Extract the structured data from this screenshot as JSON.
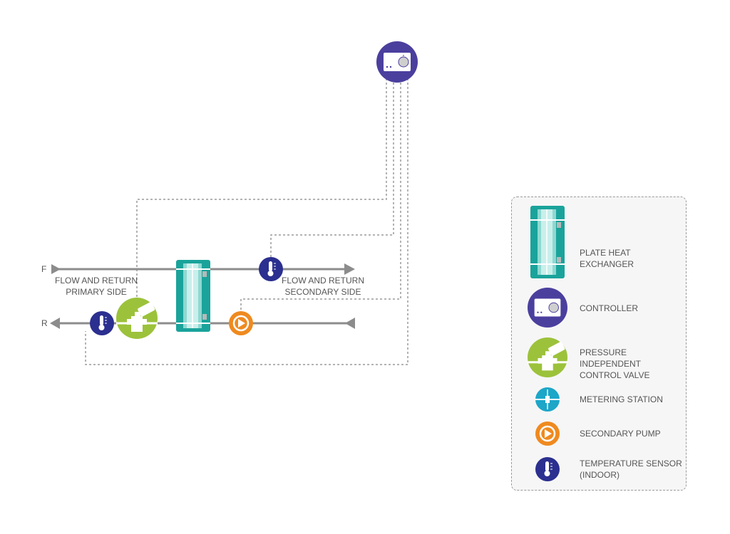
{
  "labels": {
    "flow": "F",
    "return": "R",
    "primary_line1": "FLOW AND RETURN",
    "primary_line2": "PRIMARY SIDE",
    "secondary_line1": "FLOW AND RETURN",
    "secondary_line2": "SECONDARY SIDE"
  },
  "colors": {
    "pipe": "#8c8c8c",
    "heat_exchanger": "#1aa39b",
    "controller": "#4b3f9e",
    "valve": "#9cc23b",
    "metering": "#1ca6c8",
    "pump": "#ef8a1f",
    "temp_sensor": "#2b2f8f"
  },
  "legend": {
    "items": [
      {
        "icon": "plate-heat-exchanger-icon",
        "label_line1": "PLATE HEAT EXCHANGER",
        "label_line2": ""
      },
      {
        "icon": "controller-icon",
        "label_line1": "CONTROLLER",
        "label_line2": ""
      },
      {
        "icon": "valve-icon",
        "label_line1": "PRESSURE INDEPENDENT",
        "label_line2": "CONTROL VALVE"
      },
      {
        "icon": "metering-station-icon",
        "label_line1": "METERING STATION",
        "label_line2": ""
      },
      {
        "icon": "pump-icon",
        "label_line1": "SECONDARY PUMP",
        "label_line2": ""
      },
      {
        "icon": "temperature-sensor-icon",
        "label_line1": "TEMPERATURE SENSOR",
        "label_line2": "(INDOOR)"
      }
    ]
  }
}
